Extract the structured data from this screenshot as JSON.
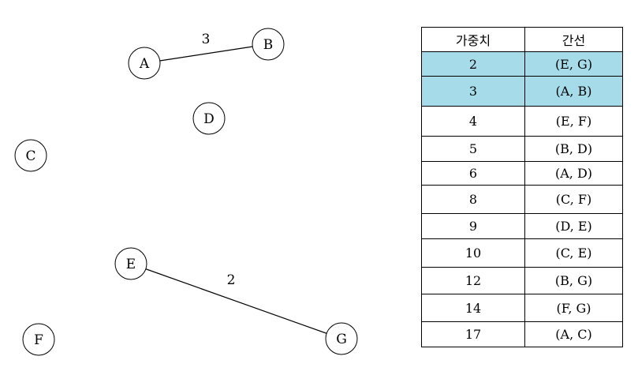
{
  "graph": {
    "nodes": [
      {
        "id": "A",
        "label": "A"
      },
      {
        "id": "B",
        "label": "B"
      },
      {
        "id": "C",
        "label": "C"
      },
      {
        "id": "D",
        "label": "D"
      },
      {
        "id": "E",
        "label": "E"
      },
      {
        "id": "F",
        "label": "F"
      },
      {
        "id": "G",
        "label": "G"
      }
    ],
    "edges": [
      {
        "from": "A",
        "to": "B",
        "weight": "3"
      },
      {
        "from": "E",
        "to": "G",
        "weight": "2"
      }
    ]
  },
  "table": {
    "headers": [
      "가중치",
      "간선"
    ],
    "highlight_color": "#a6dcea",
    "rows": [
      {
        "weight": "2",
        "edge": "(E, G)",
        "highlighted": true
      },
      {
        "weight": "3",
        "edge": "(A, B)",
        "highlighted": true
      },
      {
        "weight": "4",
        "edge": "(E, F)",
        "highlighted": false
      },
      {
        "weight": "5",
        "edge": "(B, D)",
        "highlighted": false
      },
      {
        "weight": "6",
        "edge": "(A, D)",
        "highlighted": false
      },
      {
        "weight": "8",
        "edge": "(C, F)",
        "highlighted": false
      },
      {
        "weight": "9",
        "edge": "(D, E)",
        "highlighted": false
      },
      {
        "weight": "10",
        "edge": "(C, E)",
        "highlighted": false
      },
      {
        "weight": "12",
        "edge": "(B, G)",
        "highlighted": false
      },
      {
        "weight": "14",
        "edge": "(F, G)",
        "highlighted": false
      },
      {
        "weight": "17",
        "edge": "(A, C)",
        "highlighted": false
      }
    ]
  }
}
